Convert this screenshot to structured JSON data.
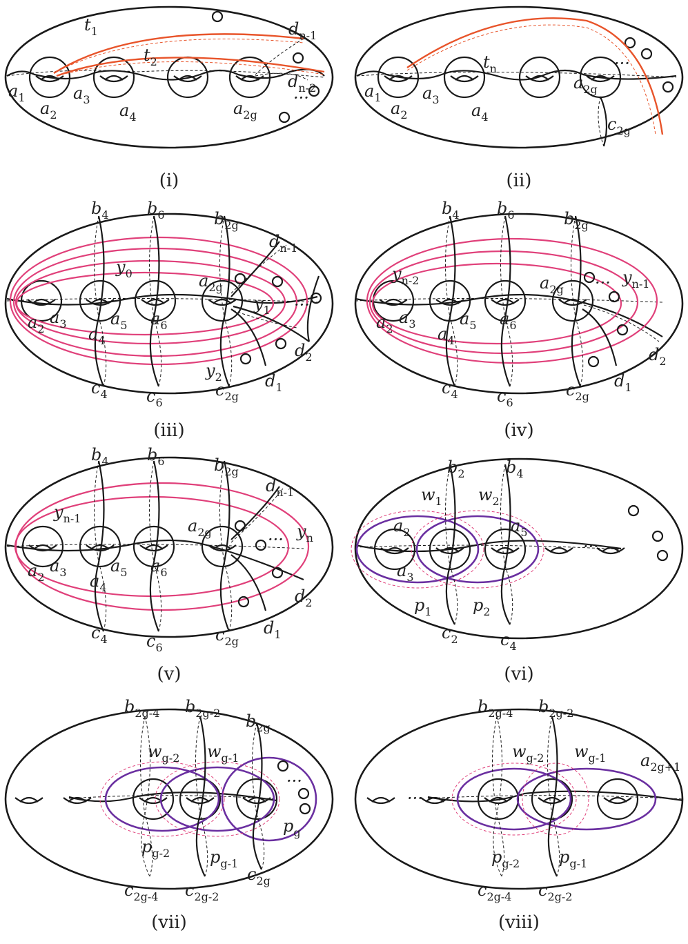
{
  "colors": {
    "black": "#1a1a1a",
    "orange": "#e8542a",
    "pink": "#e0407a",
    "purple": "#6a2fa0"
  },
  "panels": [
    {
      "caption": "(i)",
      "labels": [
        {
          "b": "t",
          "s": "1",
          "c": "orange"
        },
        {
          "b": "t",
          "s": "2",
          "c": "orange"
        },
        {
          "b": "d",
          "s": "n-1",
          "c": "black"
        },
        {
          "b": "a",
          "s": "1",
          "c": "black"
        },
        {
          "b": "a",
          "s": "2",
          "c": "black"
        },
        {
          "b": "a",
          "s": "3",
          "c": "black"
        },
        {
          "b": "a",
          "s": "4",
          "c": "black"
        },
        {
          "b": "a",
          "s": "2g",
          "c": "black"
        },
        {
          "b": "d",
          "s": "n-2",
          "c": "black"
        },
        {
          "b": "···",
          "s": "",
          "c": "black"
        }
      ]
    },
    {
      "caption": "(ii)",
      "labels": [
        {
          "b": "t",
          "s": "n",
          "c": "orange"
        },
        {
          "b": "a",
          "s": "1",
          "c": "black"
        },
        {
          "b": "a",
          "s": "2",
          "c": "black"
        },
        {
          "b": "a",
          "s": "3",
          "c": "black"
        },
        {
          "b": "a",
          "s": "4",
          "c": "black"
        },
        {
          "b": "a",
          "s": "2g",
          "c": "black"
        },
        {
          "b": "c",
          "s": "2g",
          "c": "black"
        },
        {
          "b": "···",
          "s": "",
          "c": "black"
        }
      ]
    },
    {
      "caption": "(iii)",
      "labels": [
        {
          "b": "b",
          "s": "4",
          "c": "black"
        },
        {
          "b": "b",
          "s": "6",
          "c": "black"
        },
        {
          "b": "b",
          "s": "2g",
          "c": "black"
        },
        {
          "b": "d",
          "s": "n-1",
          "c": "black"
        },
        {
          "b": "y",
          "s": "0",
          "c": "pink"
        },
        {
          "b": "a",
          "s": "2g",
          "c": "black"
        },
        {
          "b": "y",
          "s": "1",
          "c": "pink"
        },
        {
          "b": "a",
          "s": "2",
          "c": "black"
        },
        {
          "b": "a",
          "s": "3",
          "c": "black"
        },
        {
          "b": "a",
          "s": "4",
          "c": "black"
        },
        {
          "b": "a",
          "s": "5",
          "c": "black"
        },
        {
          "b": "a",
          "s": "6",
          "c": "black"
        },
        {
          "b": "y",
          "s": "2",
          "c": "pink"
        },
        {
          "b": "d",
          "s": "1",
          "c": "black"
        },
        {
          "b": "d",
          "s": "2",
          "c": "black"
        },
        {
          "b": "c",
          "s": "4",
          "c": "black"
        },
        {
          "b": "c",
          "s": "6",
          "c": "black"
        },
        {
          "b": "c",
          "s": "2g",
          "c": "black"
        },
        {
          "b": "···",
          "s": "",
          "c": "black"
        }
      ]
    },
    {
      "caption": "(iv)",
      "labels": [
        {
          "b": "b",
          "s": "4",
          "c": "black"
        },
        {
          "b": "b",
          "s": "6",
          "c": "black"
        },
        {
          "b": "b",
          "s": "2g",
          "c": "black"
        },
        {
          "b": "y",
          "s": "n-2",
          "c": "pink"
        },
        {
          "b": "a",
          "s": "2g",
          "c": "black"
        },
        {
          "b": "y",
          "s": "n-1",
          "c": "pink"
        },
        {
          "b": "a",
          "s": "2",
          "c": "black"
        },
        {
          "b": "a",
          "s": "3",
          "c": "black"
        },
        {
          "b": "a",
          "s": "4",
          "c": "black"
        },
        {
          "b": "a",
          "s": "5",
          "c": "black"
        },
        {
          "b": "a",
          "s": "6",
          "c": "black"
        },
        {
          "b": "d",
          "s": "1",
          "c": "black"
        },
        {
          "b": "d",
          "s": "2",
          "c": "black"
        },
        {
          "b": "c",
          "s": "4",
          "c": "black"
        },
        {
          "b": "c",
          "s": "6",
          "c": "black"
        },
        {
          "b": "c",
          "s": "2g",
          "c": "black"
        },
        {
          "b": "···",
          "s": "",
          "c": "black"
        }
      ]
    },
    {
      "caption": "(v)",
      "labels": [
        {
          "b": "b",
          "s": "4",
          "c": "black"
        },
        {
          "b": "b",
          "s": "6",
          "c": "black"
        },
        {
          "b": "b",
          "s": "2g",
          "c": "black"
        },
        {
          "b": "d",
          "s": "n-1",
          "c": "black"
        },
        {
          "b": "y",
          "s": "n-1",
          "c": "pink"
        },
        {
          "b": "a",
          "s": "2g",
          "c": "black"
        },
        {
          "b": "y",
          "s": "n",
          "c": "pink"
        },
        {
          "b": "a",
          "s": "2",
          "c": "black"
        },
        {
          "b": "a",
          "s": "3",
          "c": "black"
        },
        {
          "b": "a",
          "s": "4",
          "c": "black"
        },
        {
          "b": "a",
          "s": "5",
          "c": "black"
        },
        {
          "b": "a",
          "s": "6",
          "c": "black"
        },
        {
          "b": "d",
          "s": "1",
          "c": "black"
        },
        {
          "b": "d",
          "s": "2",
          "c": "black"
        },
        {
          "b": "c",
          "s": "4",
          "c": "black"
        },
        {
          "b": "c",
          "s": "6",
          "c": "black"
        },
        {
          "b": "c",
          "s": "2g",
          "c": "black"
        },
        {
          "b": "···",
          "s": "",
          "c": "black"
        }
      ]
    },
    {
      "caption": "(vi)",
      "labels": [
        {
          "b": "b",
          "s": "2",
          "c": "black"
        },
        {
          "b": "b",
          "s": "4",
          "c": "black"
        },
        {
          "b": "w",
          "s": "1",
          "c": "pink"
        },
        {
          "b": "w",
          "s": "2",
          "c": "pink"
        },
        {
          "b": "a",
          "s": "2",
          "c": "black"
        },
        {
          "b": "a",
          "s": "5",
          "c": "black"
        },
        {
          "b": "a",
          "s": "3",
          "c": "black"
        },
        {
          "b": "p",
          "s": "1",
          "c": "purple"
        },
        {
          "b": "p",
          "s": "2",
          "c": "purple"
        },
        {
          "b": "c",
          "s": "2",
          "c": "black"
        },
        {
          "b": "c",
          "s": "4",
          "c": "black"
        },
        {
          "b": "···",
          "s": "",
          "c": "black"
        }
      ]
    },
    {
      "caption": "(vii)",
      "labels": [
        {
          "b": "b",
          "s": "2g-4",
          "c": "black"
        },
        {
          "b": "b",
          "s": "2g-2",
          "c": "black"
        },
        {
          "b": "b",
          "s": "2g",
          "c": "black"
        },
        {
          "b": "w",
          "s": "g-2",
          "c": "pink"
        },
        {
          "b": "w",
          "s": "g-1",
          "c": "pink"
        },
        {
          "b": "p",
          "s": "g",
          "c": "purple"
        },
        {
          "b": "p",
          "s": "g-2",
          "c": "purple"
        },
        {
          "b": "p",
          "s": "g-1",
          "c": "purple"
        },
        {
          "b": "c",
          "s": "2g-4",
          "c": "black"
        },
        {
          "b": "c",
          "s": "2g-2",
          "c": "black"
        },
        {
          "b": "c",
          "s": "2g",
          "c": "black"
        },
        {
          "b": "···",
          "s": "",
          "c": "black"
        }
      ]
    },
    {
      "caption": "(viii)",
      "labels": [
        {
          "b": "b",
          "s": "2g-4",
          "c": "black"
        },
        {
          "b": "b",
          "s": "2g-2",
          "c": "black"
        },
        {
          "b": "w",
          "s": "g-2",
          "c": "pink"
        },
        {
          "b": "w",
          "s": "g-1",
          "c": "pink"
        },
        {
          "b": "a",
          "s": "2g+1",
          "c": "black"
        },
        {
          "b": "p",
          "s": "g-2",
          "c": "purple"
        },
        {
          "b": "p",
          "s": "g-1",
          "c": "purple"
        },
        {
          "b": "c",
          "s": "2g-4",
          "c": "black"
        },
        {
          "b": "c",
          "s": "2g-2",
          "c": "black"
        },
        {
          "b": "···",
          "s": "",
          "c": "black"
        }
      ]
    }
  ]
}
